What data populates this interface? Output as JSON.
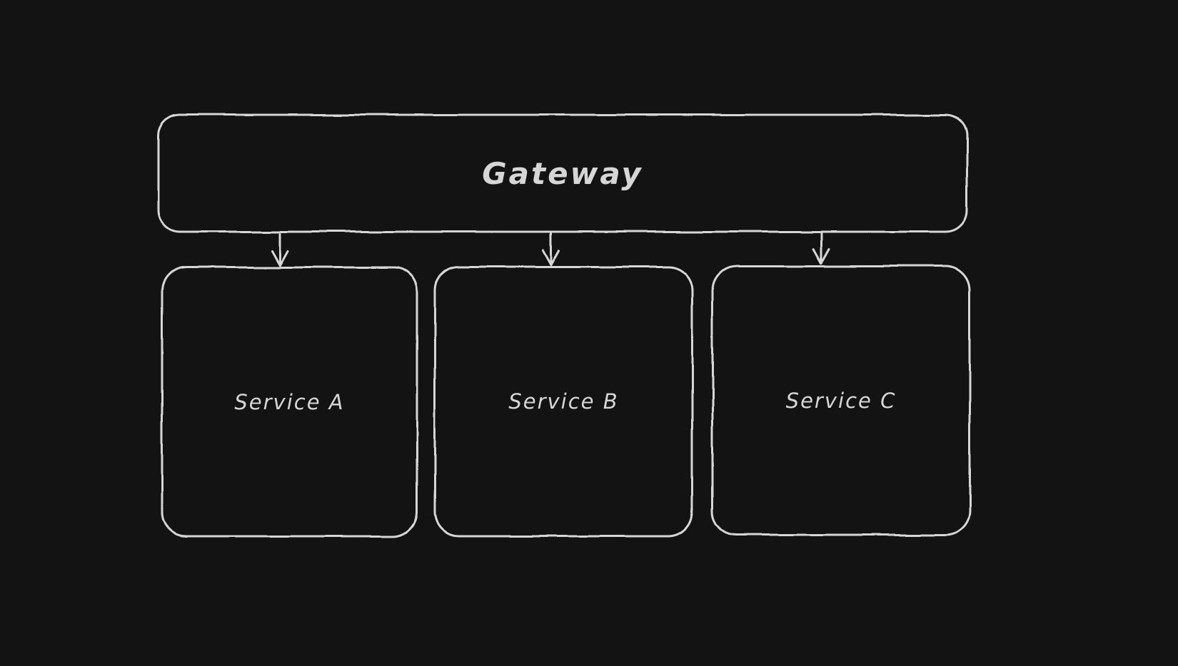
{
  "canvas": {
    "background_color": "#131313"
  },
  "diagram": {
    "style": "hand-drawn",
    "stroke_color": "#d6d6d6",
    "text_color": "#d6d6d6",
    "nodes": [
      {
        "id": "gateway",
        "label": "Gateway",
        "shape": "rounded-rectangle"
      },
      {
        "id": "service-a",
        "label": "Service A",
        "shape": "rounded-rectangle"
      },
      {
        "id": "service-b",
        "label": "Service B",
        "shape": "rounded-rectangle"
      },
      {
        "id": "service-c",
        "label": "Service C",
        "shape": "rounded-rectangle"
      }
    ],
    "edges": [
      {
        "from": "gateway",
        "to": "service-a",
        "type": "arrow"
      },
      {
        "from": "gateway",
        "to": "service-b",
        "type": "arrow"
      },
      {
        "from": "gateway",
        "to": "service-c",
        "type": "arrow"
      }
    ]
  }
}
